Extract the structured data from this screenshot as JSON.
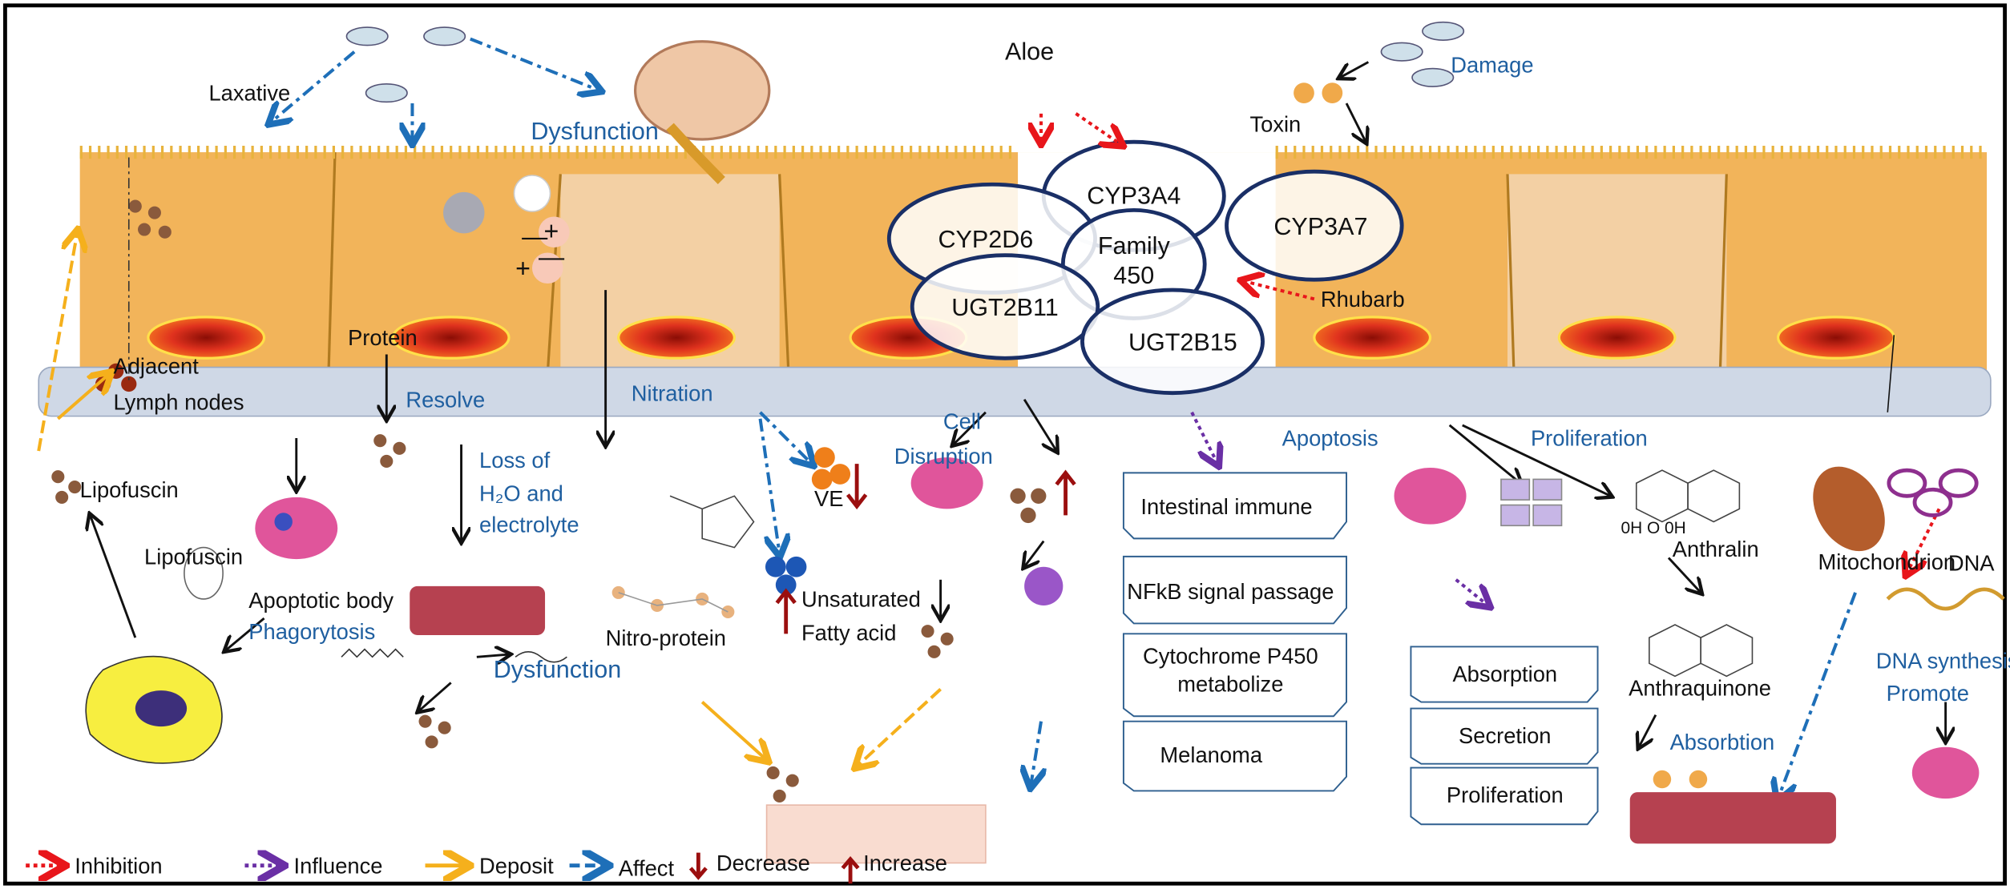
{
  "colors": {
    "cell": "#f2b45a",
    "cell_light": "#f3d0a4",
    "nucleus": "#e0321e",
    "membrane": "#cfd8e6",
    "enzyme_stroke": "#1a2f66",
    "inhibition": "#e8161b",
    "influence": "#6a2fa5",
    "deposit": "#f5b01c",
    "affect": "#1e6fb8",
    "decrease": "#9b0f0f"
  },
  "labels": {
    "laxative": "Laxative",
    "dysfunction_top": "Dysfunction",
    "aloe": "Aloe",
    "toxin": "Toxin",
    "damage": "Damage",
    "rhubarb": "Rhubarb",
    "protein": "Protein",
    "adjacent": "Adjacent",
    "lymph_nodes": "Lymph nodes",
    "resolve": "Resolve",
    "nitration": "Nitration",
    "cell": "Cell",
    "disruption": "Disruption",
    "apoptosis": "Apoptosis",
    "proliferation": "Proliferation",
    "lipofuscin_1": "Lipofuscin",
    "lipofuscin_2": "Lipofuscin",
    "loss_of": "Loss of",
    "h2o": "H₂O and",
    "electrolyte": "electrolyte",
    "ve": "VE",
    "unsaturated": "Unsaturated",
    "fatty_acid": "Fatty acid",
    "nitro_protein": "Nitro-protein",
    "apoptotic_body": "Apoptotic body",
    "phagorytosis": "Phagorytosis",
    "dysfunction_bottom": "Dysfunction",
    "anthralin_groups": "0H    O    0H",
    "anthralin": "Anthralin",
    "mitochondrion": "Mitochondrion",
    "dna": "DNA",
    "anthraquinone": "Anthraquinone",
    "dna_synthesis": "DNA synthesis",
    "promote": "Promote",
    "absorbtion": "Absorbtion",
    "plus1": "+",
    "minus1": "—",
    "plus2": "+",
    "minus2": "—"
  },
  "enzymes": {
    "cyp3a4": "CYP3A4",
    "cyp2d6": "CYP2D6",
    "family": "Family",
    "family_num": "450",
    "cyp3a7": "CYP3A7",
    "ugt2b11": "UGT2B11",
    "ugt2b15": "UGT2B15"
  },
  "effect_boxes": [
    "Intestinal immune",
    "NFkB signal passage",
    "Cytochrome P450",
    "metabolize",
    "Melanoma"
  ],
  "function_boxes": [
    "Absorption",
    "Secretion",
    "Proliferation"
  ],
  "legend": {
    "inhibition": "Inhibition",
    "influence": "Influence",
    "deposit": "Deposit",
    "affect": "Affect",
    "decrease": "Decrease",
    "increase": "Increase"
  }
}
